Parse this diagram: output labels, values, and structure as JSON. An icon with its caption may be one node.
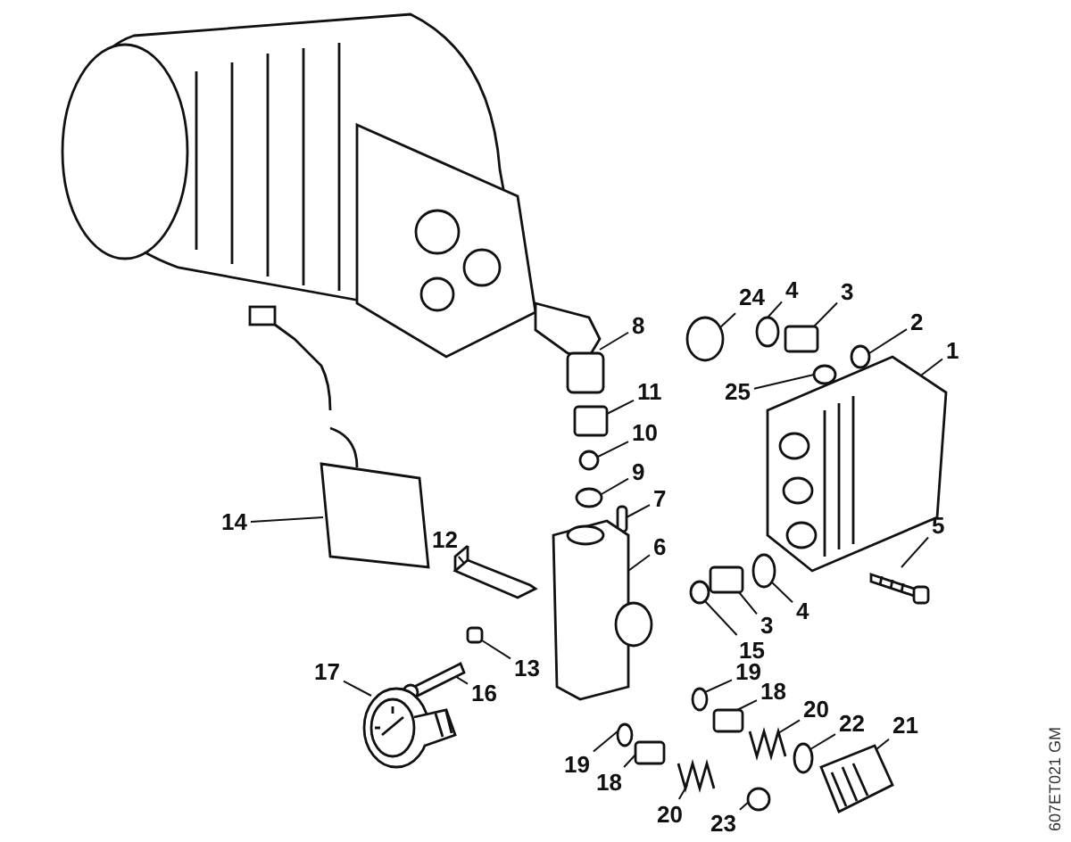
{
  "diagram": {
    "nodes": [
      {
        "text": [
          "1"
        ]
      },
      {
        "text": [
          "2"
        ]
      },
      {
        "text": [
          "4"
        ]
      },
      {
        "text": [
          "3"
        ]
      },
      {
        "text": [
          "25"
        ]
      },
      {
        "text": [
          "24"
        ]
      },
      {
        "text": [
          "8"
        ]
      },
      {
        "text": [
          "11"
        ]
      },
      {
        "text": [
          "10"
        ]
      },
      {
        "text": [
          "9"
        ]
      },
      {
        "text": [
          "7"
        ]
      },
      {
        "text": [
          "6"
        ]
      },
      {
        "text": [
          "5"
        ]
      },
      {
        "text": [
          "4"
        ]
      },
      {
        "text": [
          "3"
        ]
      },
      {
        "text": [
          "15"
        ]
      },
      {
        "text": [
          "14"
        ]
      },
      {
        "text": [
          "12"
        ]
      },
      {
        "text": [
          "13"
        ]
      },
      {
        "text": [
          "16"
        ]
      },
      {
        "text": [
          "17"
        ]
      },
      {
        "text": [
          "19"
        ]
      },
      {
        "text": [
          "18"
        ]
      },
      {
        "text": [
          "20"
        ]
      },
      {
        "text": [
          "22"
        ]
      },
      {
        "text": [
          "21"
        ]
      },
      {
        "text": [
          "19"
        ]
      },
      {
        "text": [
          "18"
        ]
      },
      {
        "text": [
          "20"
        ]
      },
      {
        "text": [
          "23"
        ]
      },
      {
        "text": [],
        "shape": "picture"
      },
      {
        "text": [],
        "shape": "circle"
      },
      {
        "text": [],
        "shape": "circle"
      },
      {
        "text": [],
        "shape": "box"
      },
      {
        "text": [],
        "shape": "circle"
      },
      {
        "text": [],
        "shape": "circle"
      },
      {
        "text": [],
        "shape": "picture"
      },
      {
        "text": [],
        "shape": "box"
      },
      {
        "text": [],
        "shape": "circle"
      },
      {
        "text": [],
        "shape": "circle"
      },
      {
        "text": [],
        "shape": "box"
      },
      {
        "text": [],
        "shape": "picture"
      },
      {
        "text": [],
        "shape": "picture"
      },
      {
        "text": [],
        "shape": "circle"
      },
      {
        "text": [],
        "shape": "box"
      },
      {
        "text": [],
        "shape": "circle"
      },
      {
        "text": [],
        "shape": "picture"
      },
      {
        "text": [],
        "shape": "picture"
      },
      {
        "text": [],
        "shape": "box"
      },
      {
        "text": [],
        "shape": "picture"
      },
      {
        "text": [],
        "shape": "picture"
      },
      {
        "text": [],
        "shape": "circle"
      },
      {
        "text": [],
        "shape": "box"
      },
      {
        "text": [],
        "shape": "picture"
      },
      {
        "text": [],
        "shape": "circle"
      },
      {
        "text": [],
        "shape": "picture"
      },
      {
        "text": [],
        "shape": "circle"
      },
      {
        "text": [],
        "shape": "box"
      },
      {
        "text": [],
        "shape": "picture"
      },
      {
        "text": [],
        "shape": "circle"
      }
    ],
    "edges": [
      {
        "from": 0,
        "to": 30,
        "arrow": "none"
      },
      {
        "from": 1,
        "to": 31,
        "arrow": "none"
      },
      {
        "from": 2,
        "to": 32,
        "arrow": "none"
      },
      {
        "from": 3,
        "to": 33,
        "arrow": "none"
      },
      {
        "from": 4,
        "to": 34,
        "arrow": "none"
      },
      {
        "from": 5,
        "to": 35,
        "arrow": "none"
      },
      {
        "from": 6,
        "to": 36,
        "arrow": "none"
      },
      {
        "from": 7,
        "to": 37,
        "arrow": "none"
      },
      {
        "from": 8,
        "to": 38,
        "arrow": "none"
      },
      {
        "from": 9,
        "to": 39,
        "arrow": "none"
      },
      {
        "from": 10,
        "to": 40,
        "arrow": "none"
      },
      {
        "from": 11,
        "to": 41,
        "arrow": "none"
      },
      {
        "from": 12,
        "to": 42,
        "arrow": "none"
      },
      {
        "from": 13,
        "to": 43,
        "arrow": "none"
      },
      {
        "from": 14,
        "to": 44,
        "arrow": "none"
      },
      {
        "from": 15,
        "to": 45,
        "arrow": "none"
      },
      {
        "from": 16,
        "to": 46,
        "arrow": "none"
      },
      {
        "from": 17,
        "to": 47,
        "arrow": "none"
      },
      {
        "from": 18,
        "to": 48,
        "arrow": "none"
      },
      {
        "from": 19,
        "to": 49,
        "arrow": "none"
      },
      {
        "from": 20,
        "to": 50,
        "arrow": "none"
      },
      {
        "from": 21,
        "to": 51,
        "arrow": "none"
      },
      {
        "from": 22,
        "to": 52,
        "arrow": "none"
      },
      {
        "from": 23,
        "to": 53,
        "arrow": "none"
      },
      {
        "from": 24,
        "to": 54,
        "arrow": "none"
      },
      {
        "from": 25,
        "to": 55,
        "arrow": "none"
      },
      {
        "from": 26,
        "to": 56,
        "arrow": "none"
      },
      {
        "from": 27,
        "to": 57,
        "arrow": "none"
      },
      {
        "from": 28,
        "to": 58,
        "arrow": "none"
      },
      {
        "from": 29,
        "to": 59,
        "arrow": "none"
      }
    ],
    "labels": [
      "607ET021 GM"
    ]
  }
}
